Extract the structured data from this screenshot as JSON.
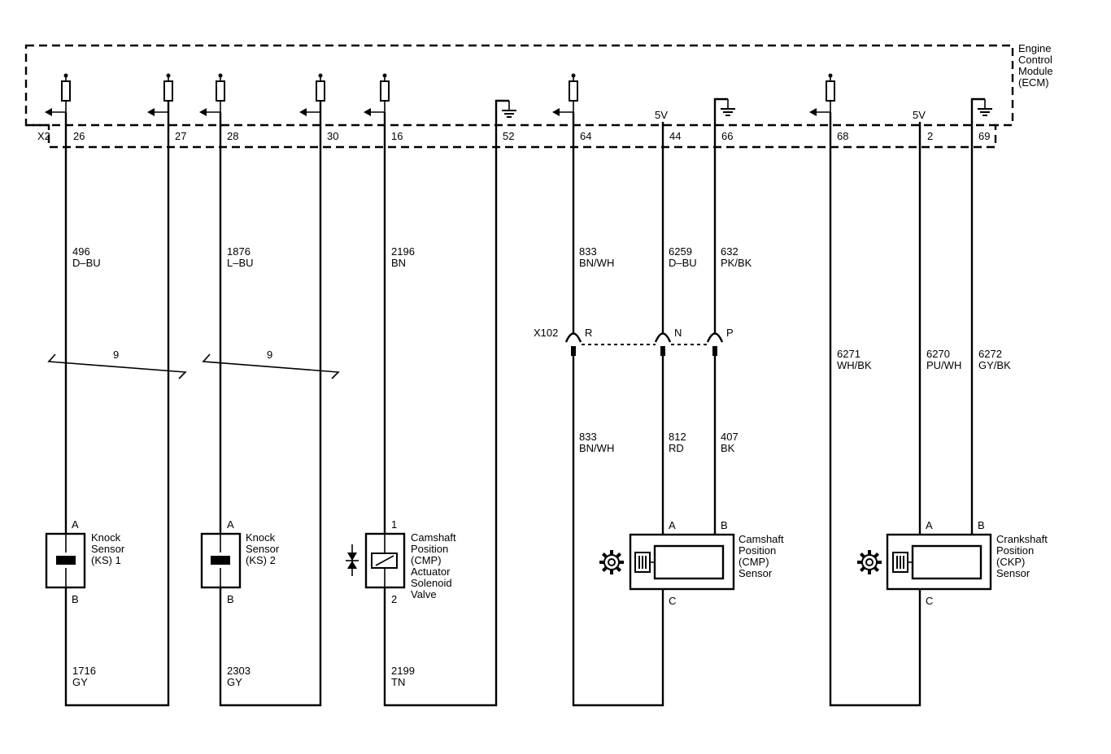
{
  "ecm": {
    "lines": [
      "Engine",
      "Control",
      "Module",
      "(ECM)"
    ]
  },
  "connector": {
    "name": "X2"
  },
  "pins": {
    "p26": "26",
    "p27": "27",
    "p28": "28",
    "p30": "30",
    "p16": "16",
    "p52": "52",
    "p64": "64",
    "p44": "44",
    "p66": "66",
    "p68": "68",
    "p2": "2",
    "p69": "69"
  },
  "voltage": {
    "v44": "5V",
    "v2": "5V"
  },
  "wires": {
    "w496": [
      "496",
      "D–BU"
    ],
    "w1876": [
      "1876",
      "L–BU"
    ],
    "w2196": [
      "2196",
      "BN"
    ],
    "w833a": [
      "833",
      "BN/WH"
    ],
    "w6259": [
      "6259",
      "D–BU"
    ],
    "w632": [
      "632",
      "PK/BK"
    ],
    "w833b": [
      "833",
      "BN/WH"
    ],
    "w812": [
      "812",
      "RD"
    ],
    "w407": [
      "407",
      "BK"
    ],
    "w6271": [
      "6271",
      "WH/BK"
    ],
    "w6270": [
      "6270",
      "PU/WH"
    ],
    "w6272": [
      "6272",
      "GY/BK"
    ],
    "w1716": [
      "1716",
      "GY"
    ],
    "w2303": [
      "2303",
      "GY"
    ],
    "w2199": [
      "2199",
      "TN"
    ]
  },
  "twist": {
    "t1": "9",
    "t2": "9"
  },
  "inline_connector": {
    "name": "X102",
    "cavR": "R",
    "cavN": "N",
    "cavP": "P"
  },
  "components": {
    "ks1": {
      "label": [
        "Knock",
        "Sensor",
        "(KS) 1"
      ],
      "pinA": "A",
      "pinB": "B"
    },
    "ks2": {
      "label": [
        "Knock",
        "Sensor",
        "(KS) 2"
      ],
      "pinA": "A",
      "pinB": "B"
    },
    "cmp_sol": {
      "label": [
        "Camshaft",
        "Position",
        "(CMP)",
        "Actuator",
        "Solenoid",
        "Valve"
      ],
      "pin1": "1",
      "pin2": "2"
    },
    "cmp_sensor": {
      "label": [
        "Camshaft",
        "Position",
        "(CMP)",
        "Sensor"
      ],
      "pinA": "A",
      "pinB": "B",
      "pinC": "C"
    },
    "ckp_sensor": {
      "label": [
        "Crankshaft",
        "Position",
        "(CKP)",
        "Sensor"
      ],
      "pinA": "A",
      "pinB": "B",
      "pinC": "C"
    }
  }
}
